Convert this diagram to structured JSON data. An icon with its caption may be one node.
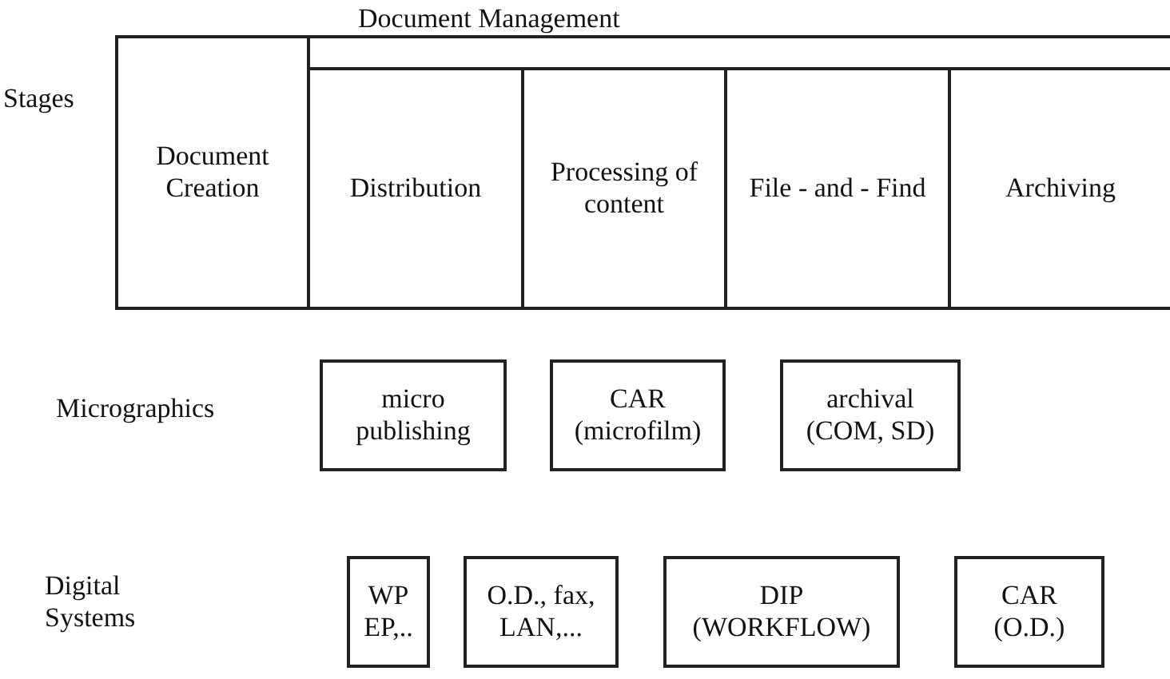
{
  "diagram": {
    "nodes": [
      {
        "text": [
          "Document Management"
        ]
      },
      {
        "text": [
          "Document Creation"
        ],
        "in": 0
      },
      {
        "text": [
          "Distribution"
        ],
        "in": 0
      },
      {
        "text": [
          "Processing of content"
        ],
        "in": 0
      },
      {
        "text": [
          "File - and - Find"
        ],
        "in": 0
      },
      {
        "text": [
          "Archiving"
        ],
        "in": 0
      },
      {
        "text": [
          "micro publishing"
        ]
      },
      {
        "text": [
          "CAR (microfilm)"
        ]
      },
      {
        "text": [
          "archival (COM, SD)"
        ]
      },
      {
        "text": [
          "WP EP,.."
        ]
      },
      {
        "text": [
          "O.D., fax, LAN,..."
        ]
      },
      {
        "text": [
          "DIP (WORKFLOW)"
        ]
      },
      {
        "text": [
          "CAR (O.D.)"
        ]
      }
    ],
    "labels": [
      "Stages",
      "Micrographics",
      "Digital Systems"
    ]
  }
}
